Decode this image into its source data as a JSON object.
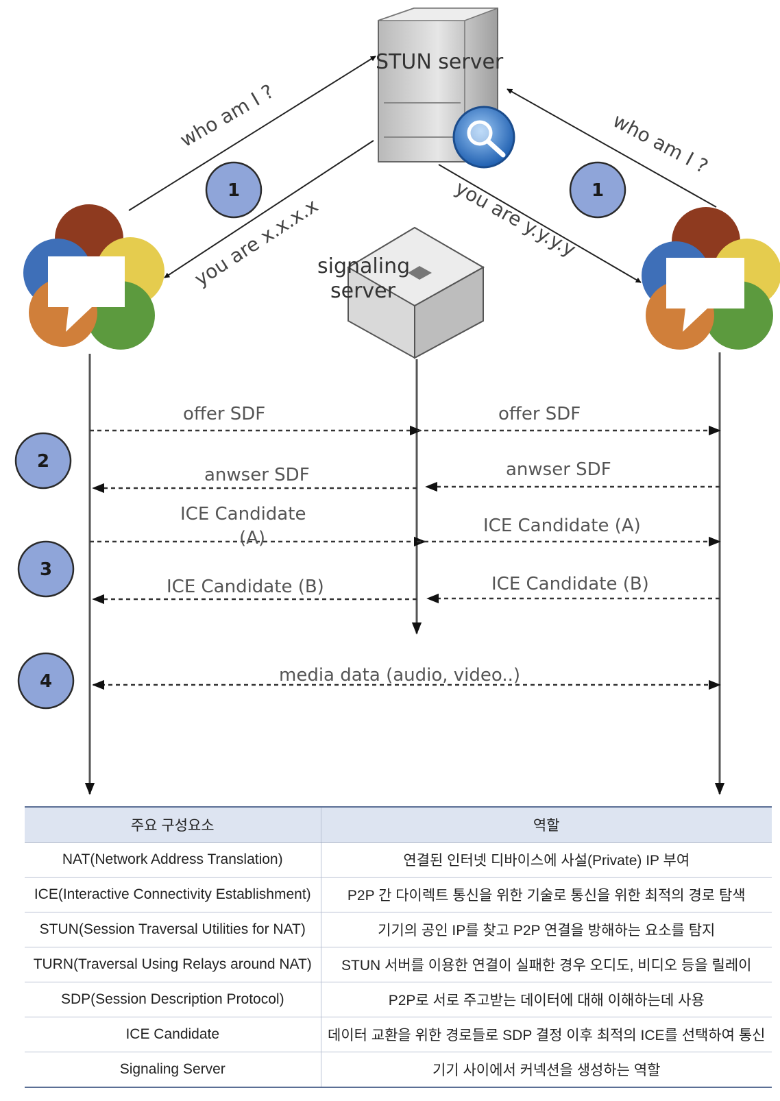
{
  "diagram": {
    "stun_server_label": "STUN server",
    "signaling_server_label_line1": "signaling",
    "signaling_server_label_line2": "server",
    "left_query": "who am I ?",
    "right_query": "who am I ?",
    "left_reply": "you are x.x.x.x",
    "right_reply": "you are y.y.y.y",
    "step_badges": [
      "1",
      "1",
      "2",
      "3",
      "4"
    ],
    "messages": {
      "offer_left": "offer SDF",
      "offer_right": "offer SDF",
      "answer_left": "anwser SDF",
      "answer_right": "anwser SDF",
      "ice_a_left_line1": "ICE Candidate",
      "ice_a_left_line2": "(A)",
      "ice_a_right": "ICE Candidate (A)",
      "ice_b_left": "ICE Candidate (B)",
      "ice_b_right": "ICE Candidate (B)",
      "media": "media data (audio, video..)"
    },
    "colors": {
      "badge_fill": "#8fa5d9",
      "petal_red": "#8e3a1f",
      "petal_yellow": "#e5cc4e",
      "petal_blue": "#3e6fb8",
      "petal_orange": "#d07f3a",
      "petal_green": "#5c9a3e",
      "magnifier_blue": "#2d6fc0"
    }
  },
  "table": {
    "headers": [
      "주요 구성요소",
      "역할"
    ],
    "rows": [
      [
        "NAT(Network Address Translation)",
        "연결된 인터넷 디바이스에 사설(Private) IP 부여"
      ],
      [
        "ICE(Interactive Connectivity Establishment)",
        "P2P 간 다이렉트 통신을 위한 기술로 통신을 위한 최적의 경로 탐색"
      ],
      [
        "STUN(Session Traversal Utilities for NAT)",
        "기기의 공인 IP를 찾고 P2P 연결을 방해하는 요소를 탐지"
      ],
      [
        "TURN(Traversal Using Relays around NAT)",
        "STUN 서버를 이용한 연결이 실패한 경우 오디도, 비디오 등을 릴레이"
      ],
      [
        "SDP(Session Description Protocol)",
        "P2P로 서로 주고받는 데이터에 대해 이해하는데 사용"
      ],
      [
        "ICE Candidate",
        "데이터 교환을 위한 경로들로 SDP 결정 이후 최적의 ICE를 선택하여 통신"
      ],
      [
        "Signaling Server",
        "기기 사이에서 커넥션을 생성하는 역할"
      ]
    ]
  }
}
